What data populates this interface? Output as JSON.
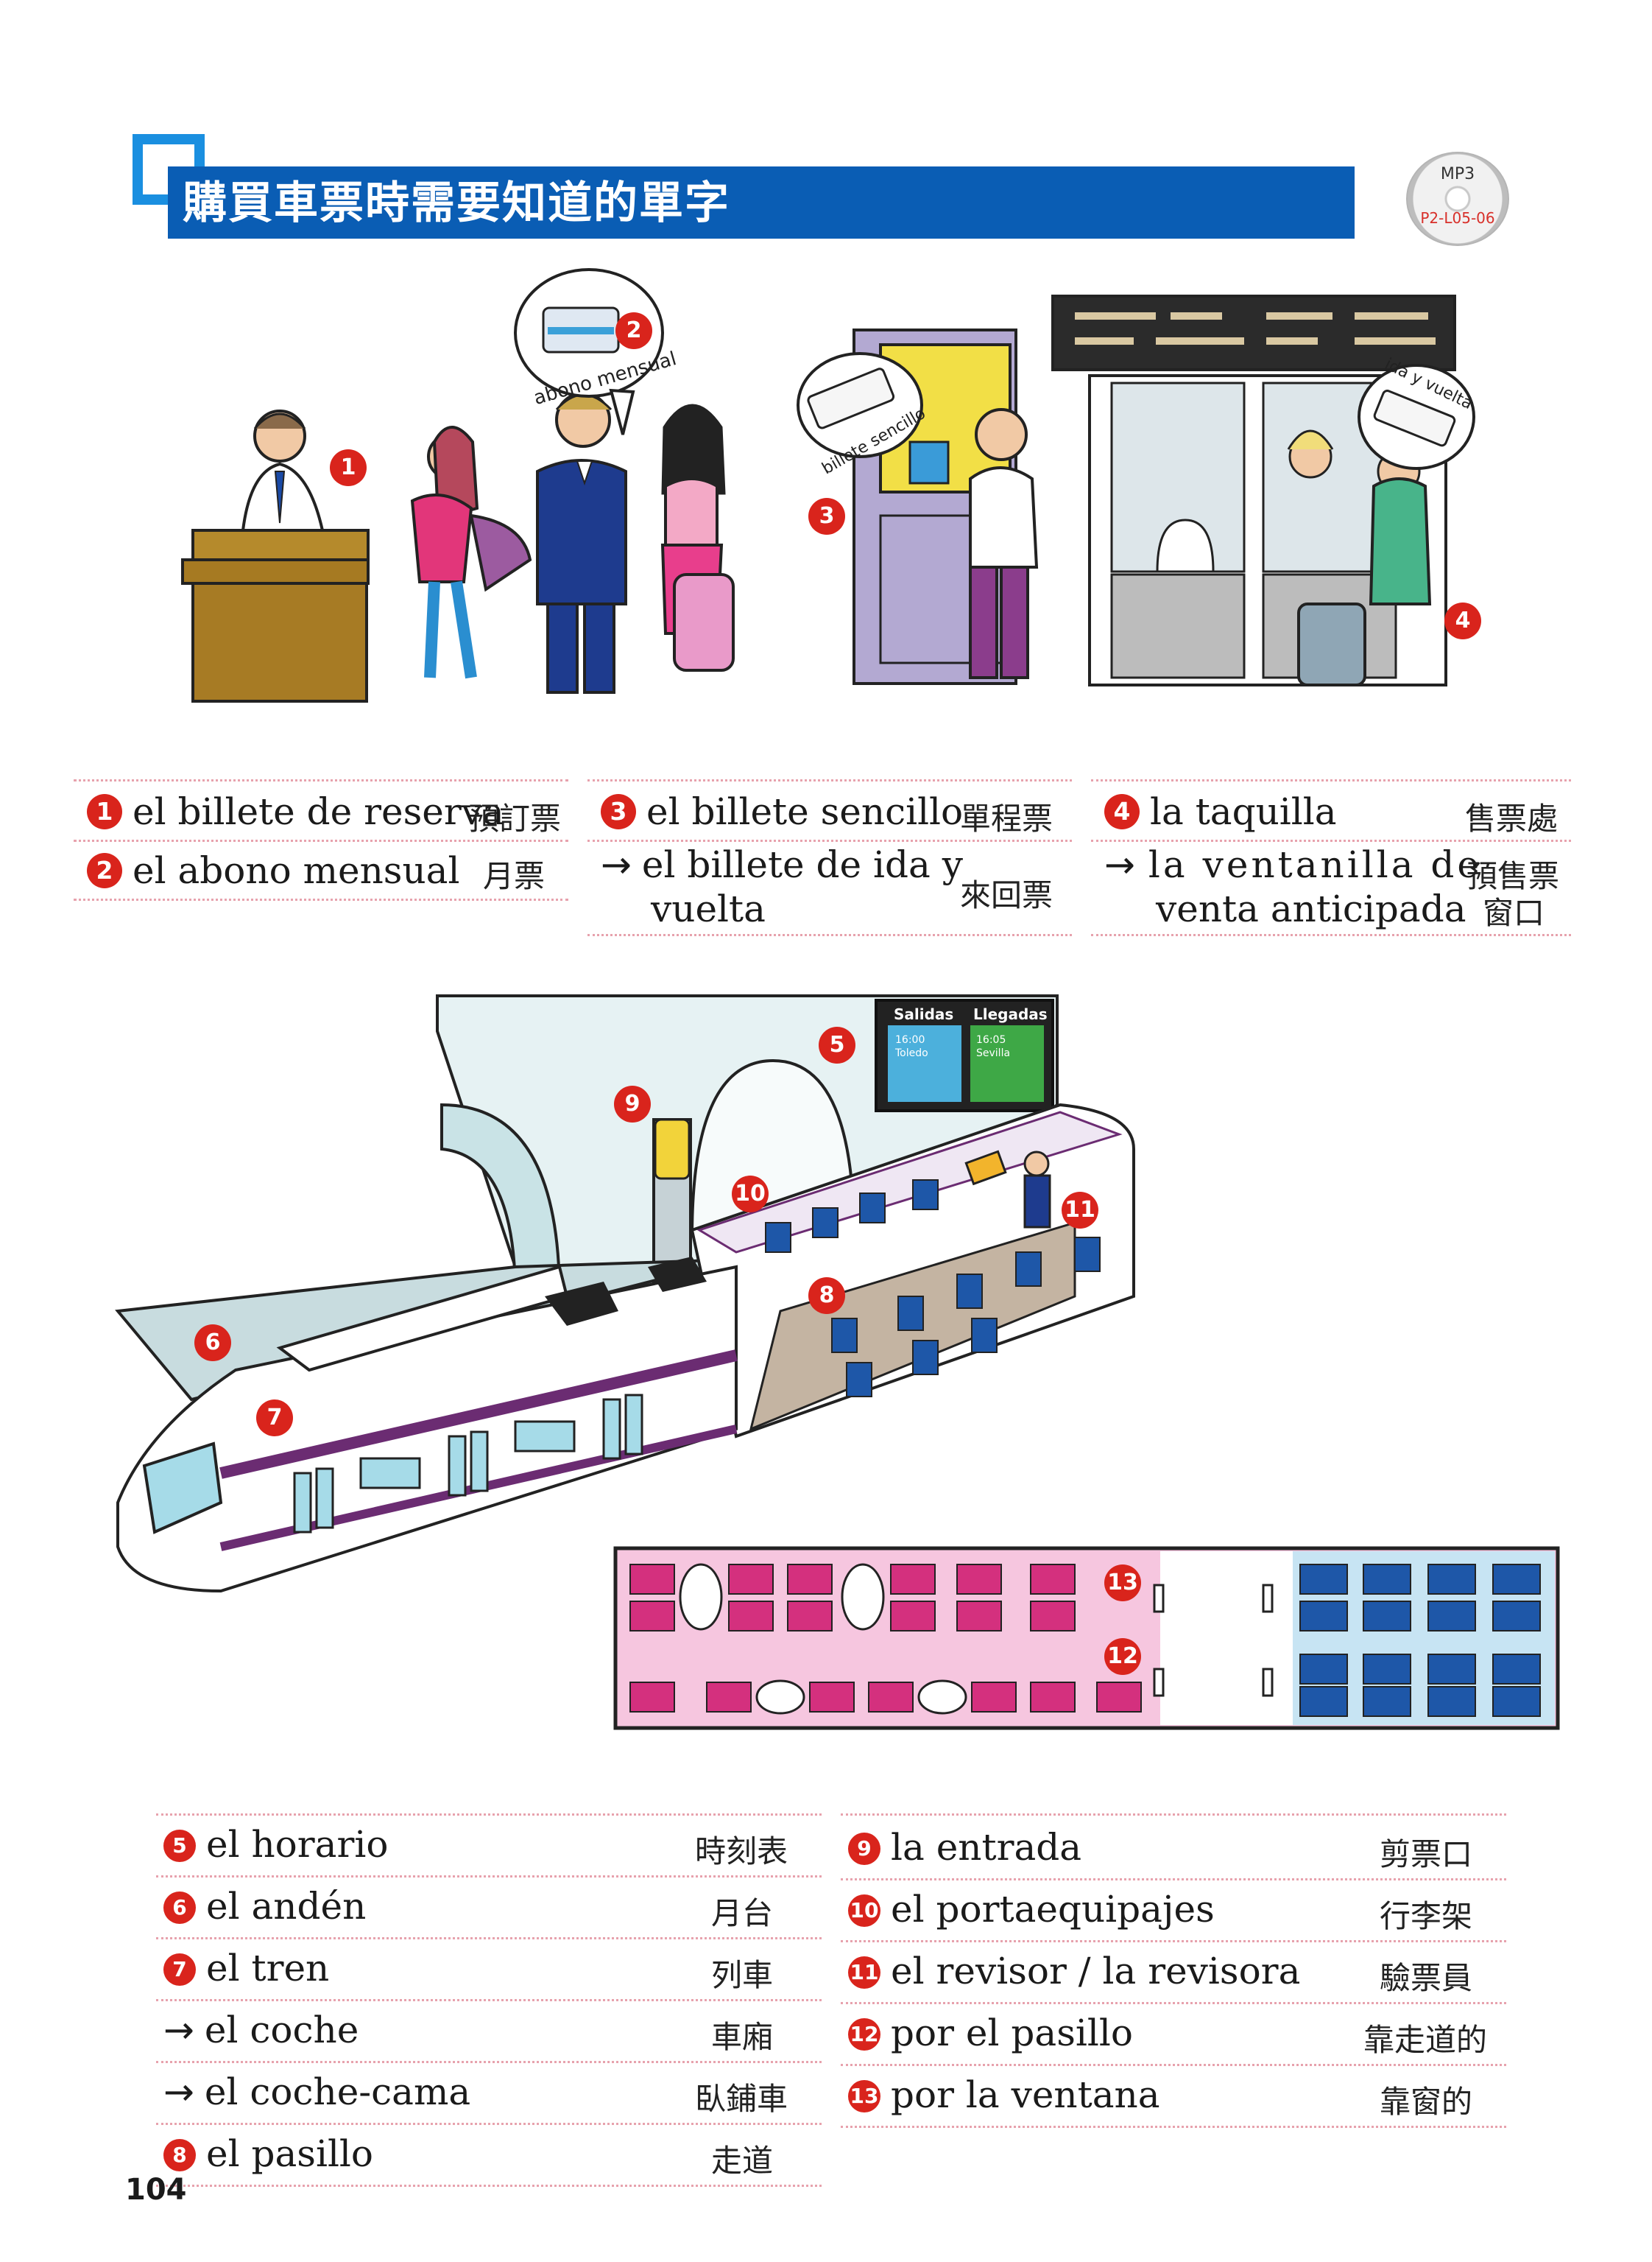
{
  "header": {
    "title": "購買車票時需要知道的單字",
    "cd_label": "MP3",
    "cd_code": "P2-L05-06"
  },
  "illustration_top": {
    "bubble_abono": "abono mensual",
    "bubble_billete": "billete sencillo",
    "bubble_ida": "ida y vuelta"
  },
  "vocab_top": {
    "col1": [
      {
        "num": "1",
        "es": "el billete de reserva",
        "zh": "預訂票"
      },
      {
        "num": "2",
        "es": "el abono mensual",
        "zh": "月票"
      }
    ],
    "col2": [
      {
        "num": "3",
        "es": "el billete sencillo",
        "zh": "單程票"
      },
      {
        "arrow": "→",
        "es_line1": "el billete de ida y",
        "es_line2": "vuelta",
        "zh": "來回票"
      }
    ],
    "col3": [
      {
        "num": "4",
        "es": "la taquilla",
        "zh": "售票處"
      },
      {
        "arrow": "→",
        "es_line1": "la ventanilla de",
        "es_line2": "venta anticipada",
        "zh_line1": "預售票",
        "zh_line2": "窗口"
      }
    ]
  },
  "illustration_train": {
    "board_departures": "Salidas",
    "board_arrivals": "Llegadas",
    "dep_time": "16:00",
    "dep_city": "Toledo",
    "arr_time": "16:05",
    "arr_city": "Sevilla"
  },
  "vocab_bottom": {
    "left": [
      {
        "num": "5",
        "es": "el horario",
        "zh": "時刻表"
      },
      {
        "num": "6",
        "es": "el andén",
        "zh": "月台"
      },
      {
        "num": "7",
        "es": "el tren",
        "zh": "列車"
      },
      {
        "arrow": "→",
        "es": "el coche",
        "zh": "車廂"
      },
      {
        "arrow": "→",
        "es": "el coche-cama",
        "zh": "臥鋪車"
      },
      {
        "num": "8",
        "es": "el pasillo",
        "zh": "走道"
      }
    ],
    "right": [
      {
        "num": "9",
        "es": "la entrada",
        "zh": "剪票口"
      },
      {
        "num": "10",
        "es": "el portaequipajes",
        "zh": "行李架"
      },
      {
        "num": "11",
        "es": "el revisor / la revisora",
        "zh": "驗票員"
      },
      {
        "num": "12",
        "es": "por el pasillo",
        "zh": "靠走道的"
      },
      {
        "num": "13",
        "es": "por la ventana",
        "zh": "靠窗的"
      }
    ]
  },
  "page_number": "104",
  "colors": {
    "header_blue": "#0a5db4",
    "accent_blue": "#1a8fe0",
    "badge_red": "#d9241c",
    "divider_pink": "#e7a2ad",
    "train_purple": "#6b2c72"
  }
}
